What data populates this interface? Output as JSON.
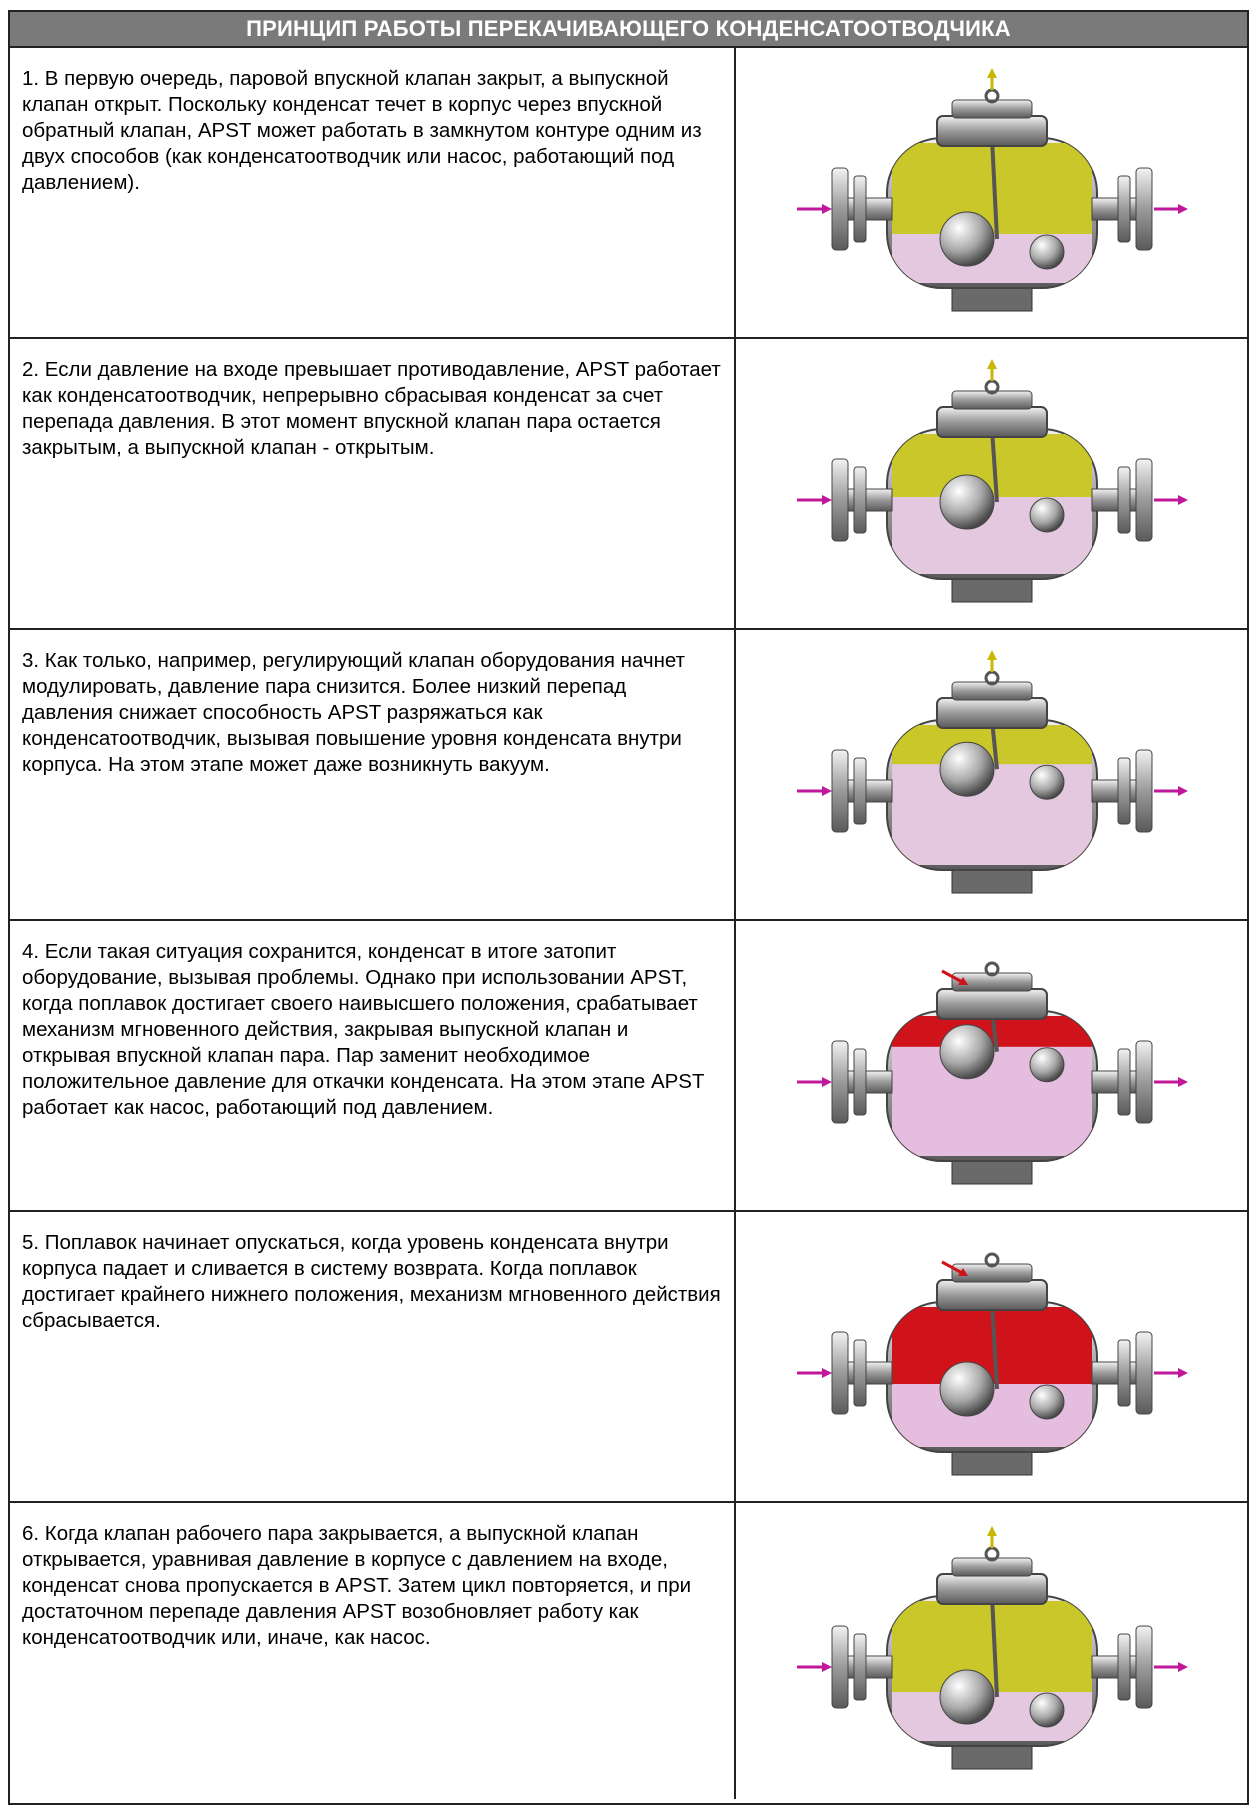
{
  "title": "ПРИНЦИП РАБОТЫ ПЕРЕКАЧИВАЮЩЕГО КОНДЕНСАТООТВОДЧИКА",
  "colors": {
    "header_bg": "#7a7a7a",
    "condensate": "#e6c8ea",
    "steam_low": "#c9c72a",
    "steam_high": "#d0121a",
    "inlet_arrow": "#c0189a",
    "vent_arrow": "#c9b800"
  },
  "steps": [
    {
      "text": "1. В первую очередь, паровой впускной клапан закрыт, а выпускной клапан открыт. Поскольку конденсат течет в корпус через впускной обратный клапан, APST может работать в замкнутом контуре одним из двух способов (как конденсатоотводчик или насос, работающий под давлением).",
      "image_icon": "pump-trap-cutaway-icon",
      "upper_chamber": "steam-low",
      "level": 0.35,
      "steam_inlet": "vent"
    },
    {
      "text": "2. Если давление на входе превышает противодавление, APST работает как конденсатоотводчик, непрерывно сбрасывая конденсат за счет перепада давления. В этот момент впускной клапан пара остается закрытым, а выпускной клапан - открытым.",
      "image_icon": "pump-trap-cutaway-icon",
      "upper_chamber": "steam-low",
      "level": 0.55,
      "steam_inlet": "vent"
    },
    {
      "text": "3. Как только, например, регулирующий клапан оборудования начнет модулировать, давление пара снизится. Более низкий перепад давления снижает способность APST разряжаться как конденсатоотводчик, вызывая повышение уровня конденсата внутри корпуса. На этом этапе может даже возникнуть вакуум.",
      "image_icon": "pump-trap-cutaway-icon",
      "upper_chamber": "steam-low",
      "level": 0.72,
      "steam_inlet": "vent"
    },
    {
      "text": "4. Если такая ситуация сохранится, конденсат в итоге затопит оборудование, вызывая проблемы. Однако при использовании APST, когда поплавок достигает своего наивысшего положения, срабатывает механизм мгновенного действия, закрывая выпускной клапан и открывая впускной клапан пара. Пар заменит необходимое положительное давление для откачки конденсата. На этом этапе APST работает как насос, работающий под давлением.",
      "image_icon": "pump-trap-cutaway-icon",
      "upper_chamber": "steam-high",
      "level": 0.78,
      "steam_inlet": "steam"
    },
    {
      "text": "5. Поплавок начинает опускаться, когда уровень конденсата внутри корпуса падает и сливается в систему возврата. Когда поплавок достигает крайнего нижнего положения, механизм мгновенного действия сбрасывается.",
      "image_icon": "pump-trap-cutaway-icon",
      "upper_chamber": "steam-high",
      "level": 0.45,
      "steam_inlet": "steam"
    },
    {
      "text": "6. Когда клапан рабочего пара закрывается, а выпускной клапан открывается, уравнивая давление в корпусе с давлением на входе, конденсат снова пропускается в APST. Затем цикл повторяется, и при достаточном перепаде давления APST возобновляет работу как конденсатоотводчик или, иначе, как насос.",
      "image_icon": "pump-trap-cutaway-icon",
      "upper_chamber": "steam-low",
      "level": 0.35,
      "steam_inlet": "vent"
    }
  ]
}
